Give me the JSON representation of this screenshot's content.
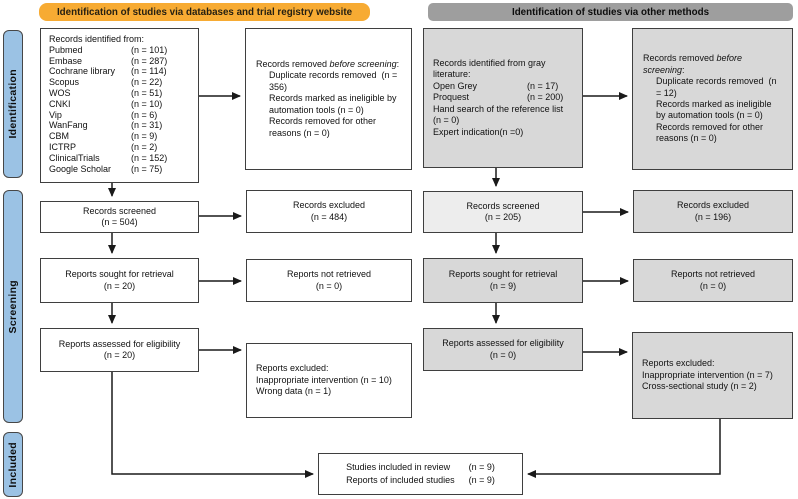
{
  "colors": {
    "header_databases_bg": "#F7AB33",
    "header_other_bg": "#9E9E9E",
    "sidebar_bg": "#9BC2E4",
    "box_border": "#3F3F3F",
    "box_gray": "#D8D8D8",
    "box_light_gray": "#EDEDED",
    "box_white": "#FFFFFF",
    "arrow": "#1A1A1A"
  },
  "headers": {
    "databases": "Identification of studies via databases and trial registry website",
    "other": "Identification of studies via other methods"
  },
  "sidebar": {
    "identification": "Identification",
    "screening": "Screening",
    "included": "Included"
  },
  "db": {
    "identified": {
      "title": "Records identified from:",
      "sources": [
        {
          "label": "Pubmed",
          "value": "(n = 101)"
        },
        {
          "label": "Embase",
          "value": "(n = 287)"
        },
        {
          "label": "Cochrane library",
          "value": "(n = 114)"
        },
        {
          "label": "Scopus",
          "value": "(n = 22)"
        },
        {
          "label": "WOS",
          "value": "(n = 51)"
        },
        {
          "label": "CNKI",
          "value": "(n = 10)"
        },
        {
          "label": "Vip",
          "value": "(n = 6)"
        },
        {
          "label": "WanFang",
          "value": "(n = 31)"
        },
        {
          "label": "CBM",
          "value": "(n = 9)"
        },
        {
          "label": "ICTRP",
          "value": "(n = 2)"
        },
        {
          "label": "ClinicalTrials",
          "value": "(n = 152)"
        },
        {
          "label": "Google Scholar",
          "value": "(n = 75)"
        }
      ]
    },
    "removed": {
      "title_pre": "Records removed ",
      "title_italic": "before screening",
      "title_post": ":",
      "items": [
        "Duplicate records removed  (n = 356)",
        "Records marked as ineligible by automation tools (n = 0)",
        "Records removed for other reasons (n = 0)"
      ]
    },
    "screened": {
      "label": "Records screened",
      "value": "(n = 504)"
    },
    "excluded": {
      "label": "Records excluded",
      "value": "(n = 484)"
    },
    "sought": {
      "label": "Reports sought for retrieval",
      "value": "(n = 20)"
    },
    "not_retrieved": {
      "label": "Reports not retrieved",
      "value": "(n = 0)"
    },
    "assessed": {
      "label": "Reports assessed for eligibility",
      "value": "(n = 20)"
    },
    "reports_excluded": {
      "title": "Reports excluded:",
      "items": [
        "Inappropriate intervention (n = 10)",
        "Wrong data (n = 1)"
      ]
    }
  },
  "other": {
    "identified": {
      "title": "Records identified from gray literature:",
      "sources": [
        {
          "label": "Open Grey",
          "value": "(n = 17)"
        },
        {
          "label": "Proquest",
          "value": "(n = 200)"
        }
      ],
      "lines": [
        "Hand search of the reference list (n = 0)",
        "Expert indication(n =0)"
      ]
    },
    "removed": {
      "title_pre": "Records removed ",
      "title_italic": "before screening",
      "title_post": ":",
      "items": [
        "Duplicate records removed  (n = 12)",
        "Records marked as ineligible by automation tools (n = 0)",
        "Records removed for other reasons (n = 0)"
      ]
    },
    "screened": {
      "label": "Records screened",
      "value": "(n = 205)"
    },
    "excluded": {
      "label": "Records excluded",
      "value": "(n = 196)"
    },
    "sought": {
      "label": "Reports sought for retrieval",
      "value": "(n = 9)"
    },
    "not_retrieved": {
      "label": "Reports not retrieved",
      "value": "(n = 0)"
    },
    "assessed": {
      "label": "Reports assessed for eligibility",
      "value": "(n = 0)"
    },
    "reports_excluded": {
      "title": "Reports excluded:",
      "items": [
        "Inappropriate intervention (n = 7)",
        "Cross-sectional study (n = 2)"
      ]
    }
  },
  "included": {
    "rows": [
      {
        "label": "Studies included in review",
        "value": "(n = 9)"
      },
      {
        "label": "Reports of included studies",
        "value": "(n = 9)"
      }
    ]
  }
}
